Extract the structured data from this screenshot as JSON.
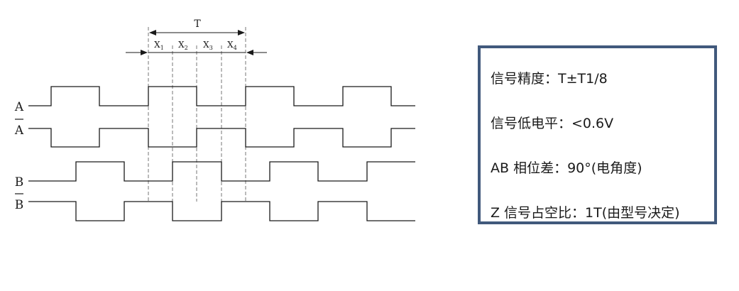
{
  "diagram": {
    "period_label": "T",
    "segment_labels": [
      {
        "main": "X",
        "sub": "1"
      },
      {
        "main": "X",
        "sub": "2"
      },
      {
        "main": "X",
        "sub": "3"
      },
      {
        "main": "X",
        "sub": "4"
      }
    ],
    "signals": [
      {
        "label": "A",
        "inverted": false
      },
      {
        "label": "A",
        "inverted": true
      },
      {
        "label": "B",
        "inverted": false
      },
      {
        "label": "B",
        "inverted": true
      }
    ],
    "colors": {
      "trace": "#1a1a1a",
      "guide": "#555555"
    }
  },
  "specs": {
    "border_color": "#41597c",
    "lines": [
      "信号精度：T±T1/8",
      "信号低电平：<0.6V",
      "AB 相位差：90°(电角度)",
      "Z 信号占空比：1T(由型号决定)"
    ]
  }
}
